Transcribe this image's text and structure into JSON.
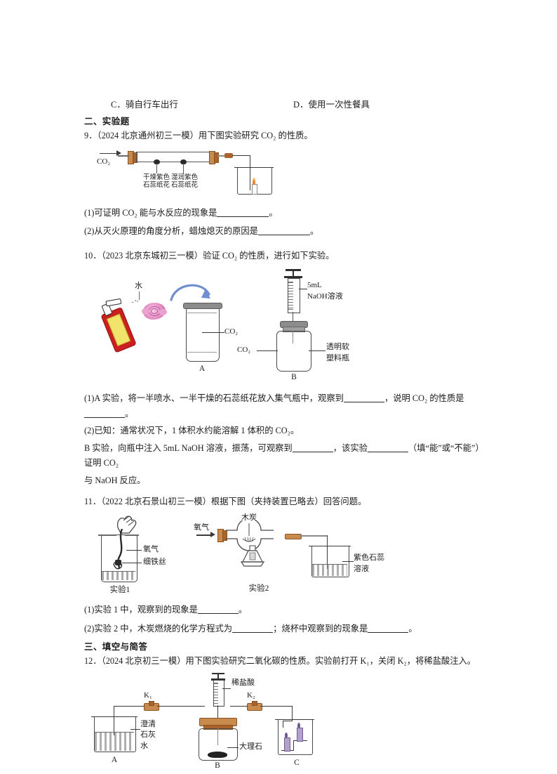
{
  "document": {
    "language": "zh-CN",
    "type": "chemistry-exam-worksheet"
  },
  "options": {
    "c_label": "C．",
    "c_text": "骑自行车出行",
    "d_label": "D．",
    "d_text": "使用一次性餐具"
  },
  "section2": {
    "heading": "二、实验题"
  },
  "q9": {
    "stem": "9．（2024 北京通州初三一模）用下图实验研究 CO₂ 的性质。",
    "figure": {
      "inlet_label": "CO₂",
      "label_dry": "干燥紫色\n石蕊纸花",
      "label_wet": "湿润紫色\n石蕊纸花",
      "dry_line1": "干燥紫色",
      "dry_line2": "石蕊纸花",
      "wet_line1": "湿润紫色",
      "wet_line2": "石蕊纸花"
    },
    "sub1_pre": "(1)可证明 CO₂ 能与水反应的现象是",
    "sub1_post": "。",
    "sub2_pre": "(2)从灭火原理的角度分析，蜡烛熄灭的原因是",
    "sub2_post": "。"
  },
  "q10": {
    "stem": "10．（2023 北京东城初三一模）验证 CO₂ 的性质，进行如下实验。",
    "figure": {
      "water_label": "水",
      "co2_a": "CO₂",
      "caption_a": "A",
      "syringe_line1": "5mL",
      "syringe_line2": "NaOH溶液",
      "co2_b": "CO₂",
      "bottle_line1": "透明软",
      "bottle_line2": "塑料瓶",
      "caption_b": "B"
    },
    "sub1_a": "(1)A 实验，将一半喷水、一半干燥的石蕊纸花放入集气瓶中，观察到",
    "sub1_b": "，说明 CO₂ 的性质是",
    "sub1_c": "。",
    "sub2": "(2)已知：通常状况下，1 体积水约能溶解 1 体积的 CO₂。",
    "sub2_line2_a": "B 实验，向瓶中注入 5mL NaOH 溶液，振荡，可观察到",
    "sub2_line2_b": "，该实验",
    "sub2_line2_c": "（填“能”或“不能”）证明 CO₂",
    "sub2_line3": "与 NaOH 反应。"
  },
  "q11": {
    "stem": "11．（2022 北京石景山初三一模）根据下图（夹持装置已略去）回答问题。",
    "figure": {
      "oxygen_1": "氧气",
      "iron_wire": "细铁丝",
      "caption_1": "实验1",
      "oxygen_2": "氧气",
      "charcoal": "木炭",
      "litmus_line1": "紫色石蕊",
      "litmus_line2": "溶液",
      "caption_2": "实验2"
    },
    "sub1_pre": "(1)实验 1 中，观察到的现象是",
    "sub1_post": "。",
    "sub2_a": "(2)实验 2 中，木炭燃烧的化学方程式为",
    "sub2_b": "；烧杯中观察到的现象是",
    "sub2_c": "。"
  },
  "section3": {
    "heading": "三、填空与简答"
  },
  "q12": {
    "stem": "12．（2024 北京初三一模）用下图实验研究二氧化碳的性质。实验前打开 K₁，关闭 K₂，将稀盐酸注入。",
    "figure": {
      "k1": "K₁",
      "k2": "K₂",
      "hcl": "稀盐酸",
      "limewater_line1": "澄清",
      "limewater_line2": "石灰",
      "limewater_line3": "水",
      "marble": "大理石",
      "caption_a": "A",
      "caption_b": "B",
      "caption_c": "C"
    }
  },
  "colors": {
    "ink": "#1b1b1b",
    "line": "#3a3a3a",
    "copper": "#a8642c",
    "copper_light": "#c98a4e",
    "flame": "#e2661a",
    "spray_red": "#cc1f1f",
    "spray_yellow": "#f2e46a",
    "rose_pink": "#e48ec4",
    "arrow_blue": "#6f8fd0",
    "stopper_gray": "#8c8c8c",
    "candle_purple": "#b3a0cc",
    "water_gray": "#6e6e6e"
  }
}
